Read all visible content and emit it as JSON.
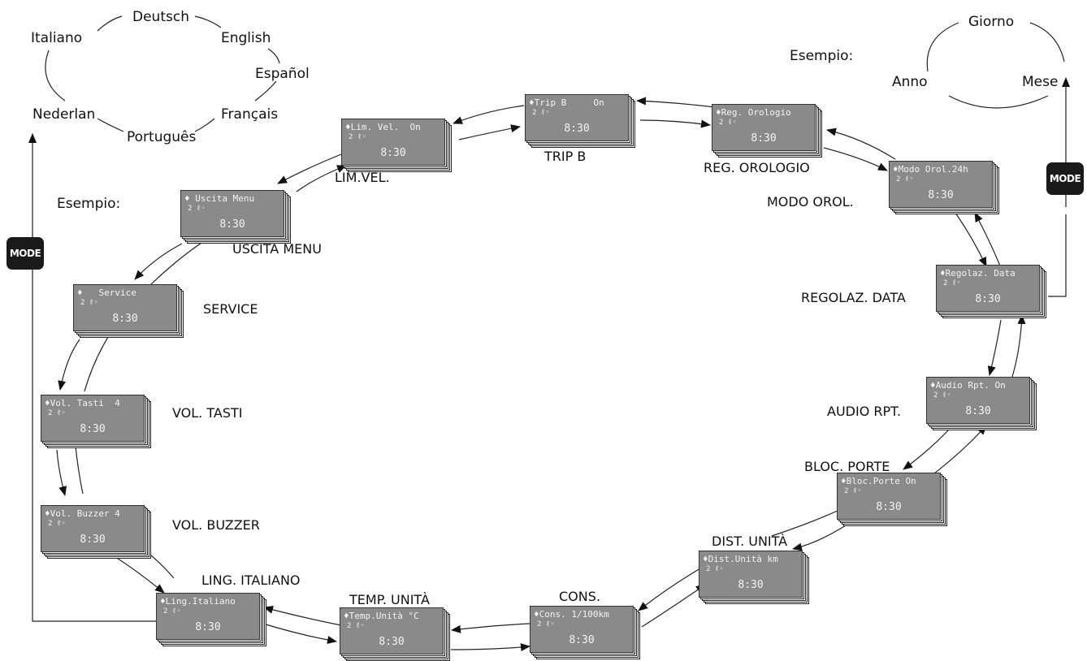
{
  "languages": [
    "Deutsch",
    "English",
    "Español",
    "Français",
    "Português",
    "Nederlan",
    "Italiano"
  ],
  "date_cycle": [
    "Giorno",
    "Mese",
    "Anno"
  ],
  "examples": {
    "left": "Esempio:",
    "right": "Esempio:"
  },
  "mode_button": "MODE 1",
  "menu": [
    {
      "label": "TRIP B",
      "line1": "♦Trip B     On"
    },
    {
      "label": "REG. OROLOGIO",
      "line1": "♦Reg. Orologio"
    },
    {
      "label": "MODO OROL.",
      "line1": "♦Modo Orol.24h"
    },
    {
      "label": "REGOLAZ. DATA",
      "line1": "♦Regolaz. Data"
    },
    {
      "label": "AUDIO RPT.",
      "line1": "♦Audio Rpt. On"
    },
    {
      "label": "BLOC. PORTE",
      "line1": "♦Bloc.Porte On"
    },
    {
      "label": "DIST. UNITÀ",
      "line1": "♦Dist.Unità km"
    },
    {
      "label": "CONS.",
      "line1": "♦Cons. 1/100km"
    },
    {
      "label": "TEMP. UNITÀ",
      "line1": "♦Temp.Unità °C"
    },
    {
      "label": "LING. ITALIANO",
      "line1": "♦Ling.Italiano"
    },
    {
      "label": "VOL. BUZZER",
      "line1": "♦Vol. Buzzer 4"
    },
    {
      "label": "VOL. TASTI",
      "line1": "♦Vol. Tasti  4"
    },
    {
      "label": "SERVICE",
      "line1": "♦   Service"
    },
    {
      "label": "USCITA MENU",
      "line1": "♦ Uscita Menu"
    },
    {
      "label": "LIM.VEL.",
      "line1": "♦Lim. Vel.  On"
    }
  ],
  "display": {
    "line2": "2 ℓ◦",
    "time": "8:30"
  }
}
